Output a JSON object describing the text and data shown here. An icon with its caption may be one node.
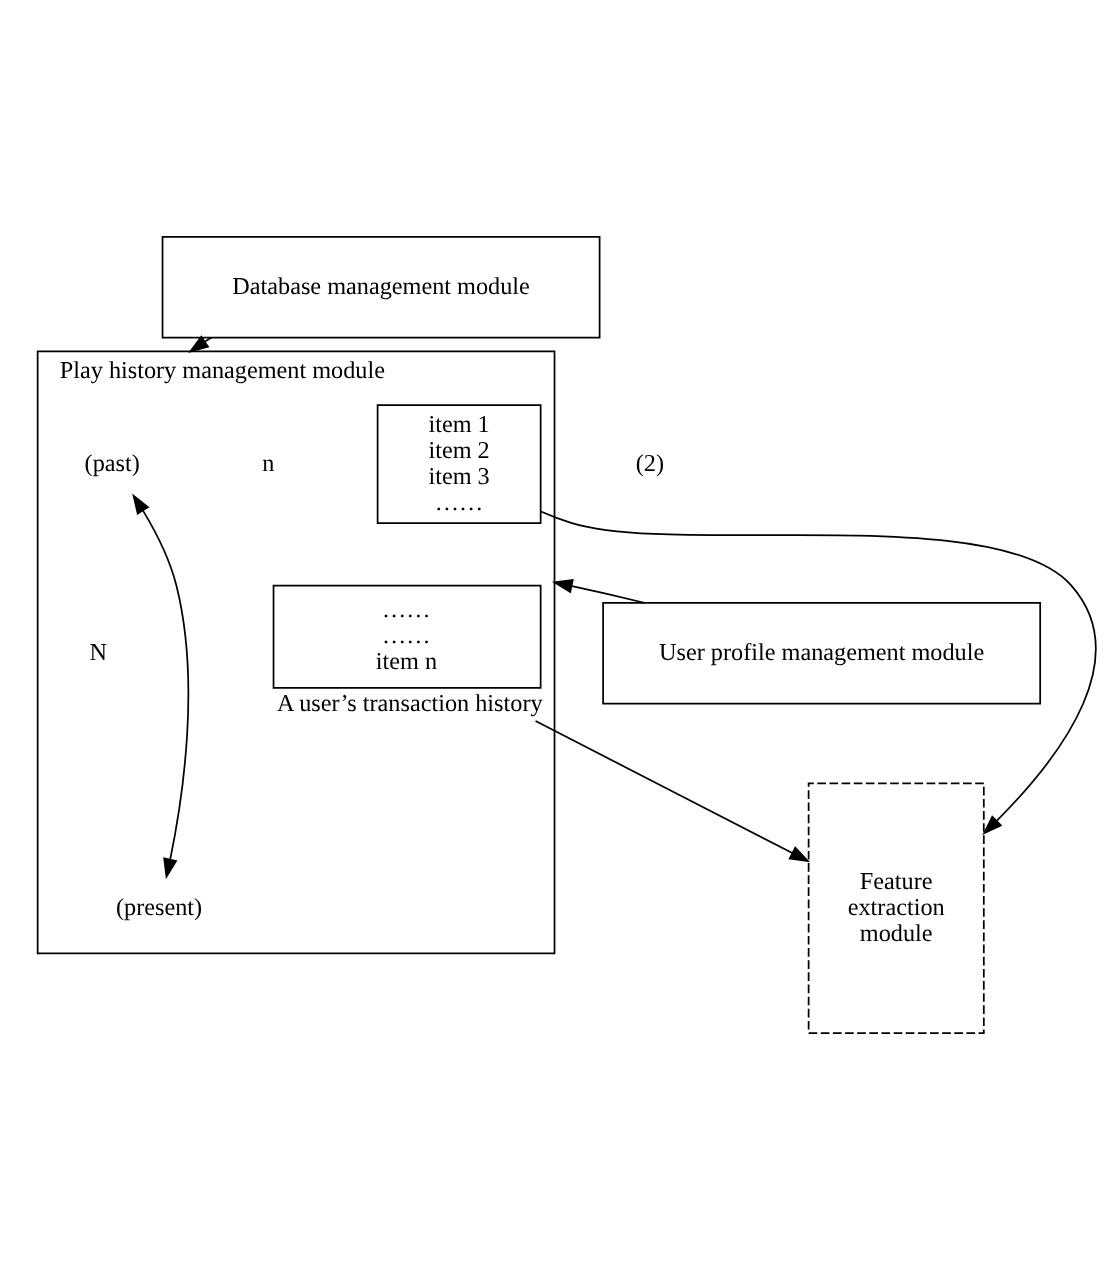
{
  "diagram": {
    "nodes": [
      {
        "text": [
          "Database management module"
        ]
      },
      {
        "text": [
          "Play history management module"
        ]
      },
      {
        "text": [
          "(past)"
        ],
        "in": 1
      },
      {
        "text": [
          "item 1 item 2 item 3 ……"
        ],
        "in": 1
      },
      {
        "text": [
          "…… …… item n"
        ],
        "in": 1,
        "beside": [
          "A user’s transaction history"
        ]
      },
      {
        "text": [
          "(present)"
        ],
        "in": 1
      },
      {
        "text": [
          "Feature extraction module"
        ]
      },
      {
        "text": [
          "User profile management module"
        ]
      }
    ],
    "edges": [
      {
        "from": 0,
        "to": 1,
        "arrow": "to"
      },
      {
        "from": 2,
        "to": 5,
        "arrow": "both"
      },
      {
        "from": 3,
        "to": 6,
        "arrow": "to"
      },
      {
        "from": 4,
        "to": 6,
        "arrow": "to"
      },
      {
        "from": 7,
        "to": 1,
        "arrow": "to"
      }
    ],
    "labels": [
      "(2)",
      "N",
      "n"
    ]
  }
}
